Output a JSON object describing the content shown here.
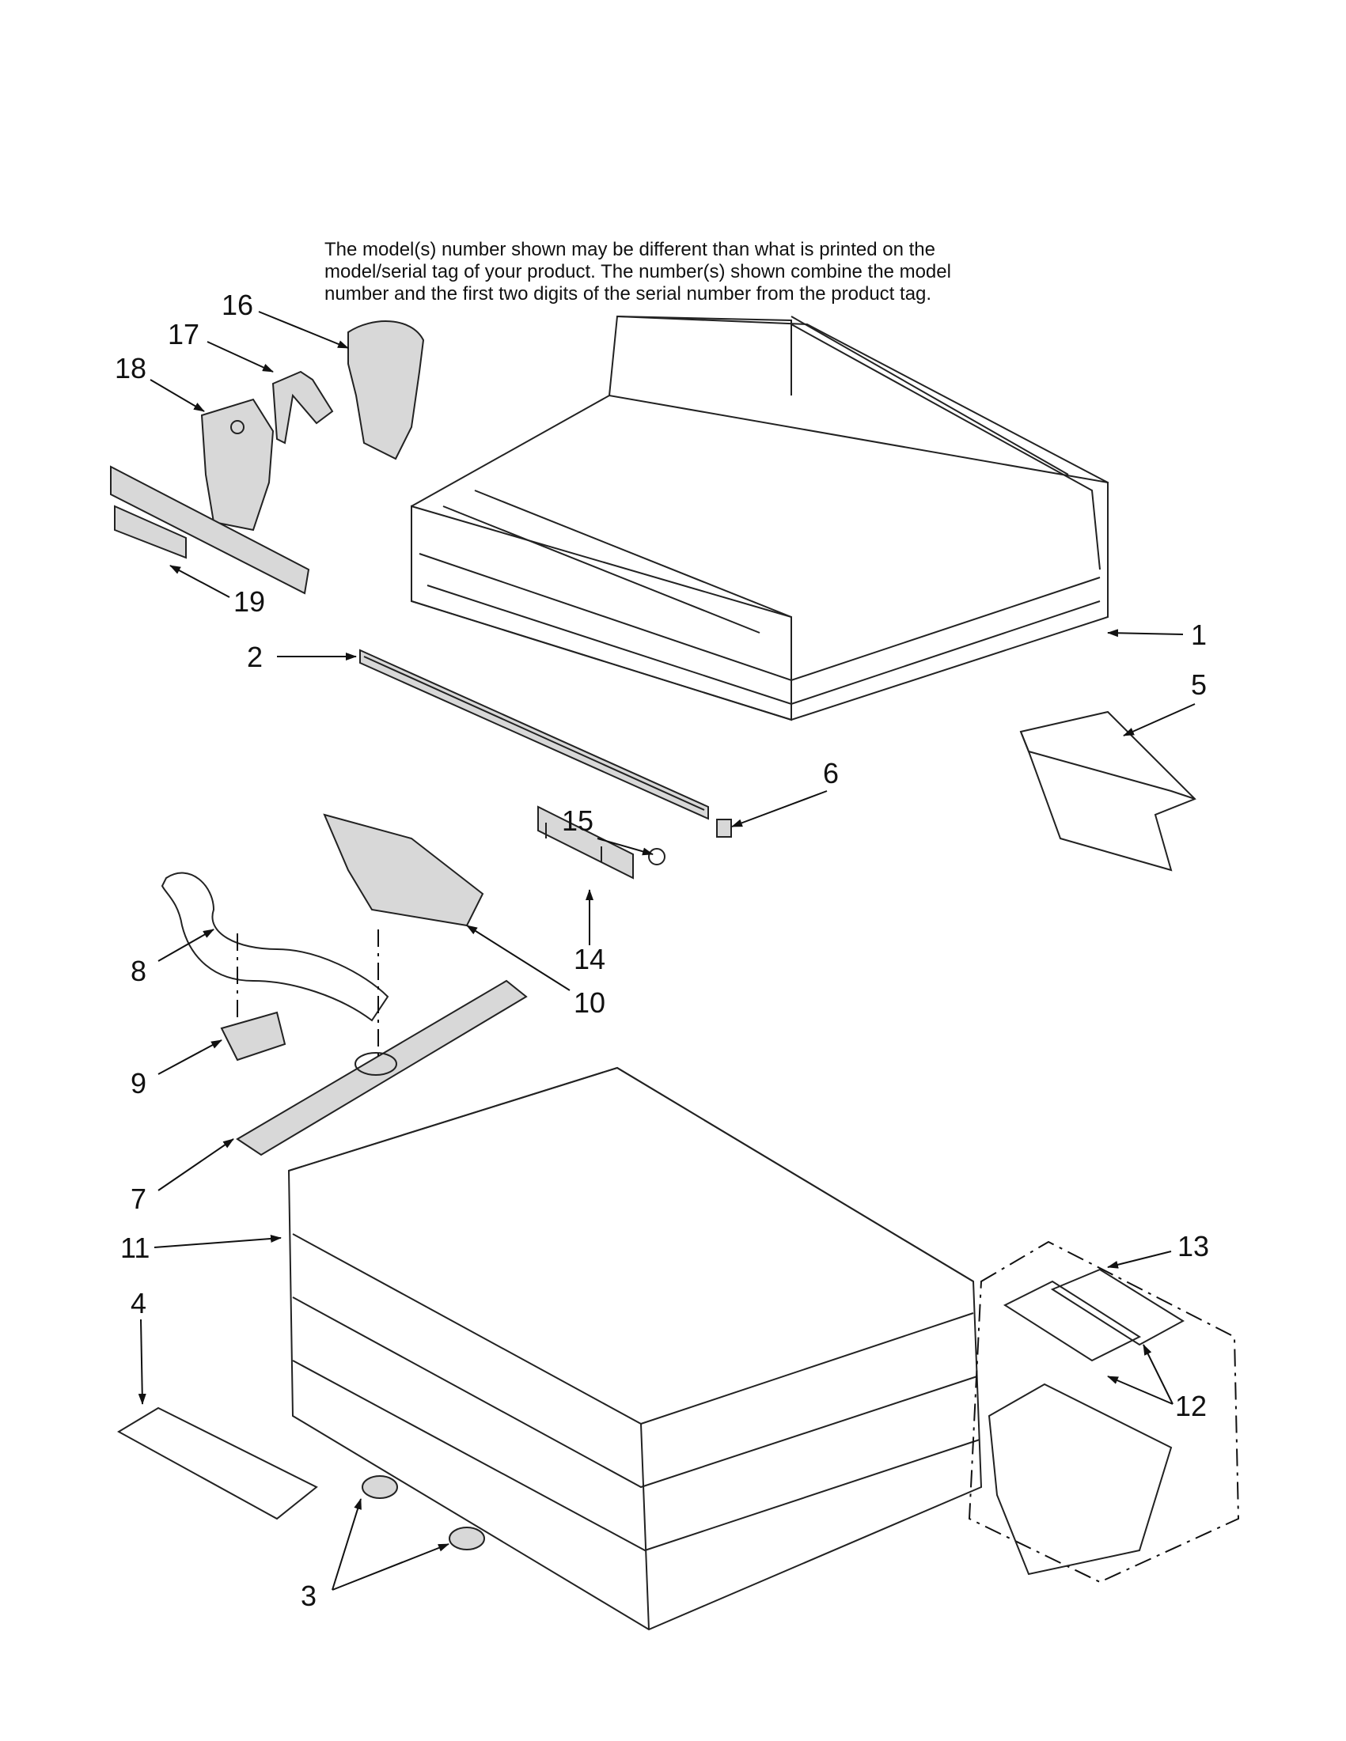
{
  "notice": {
    "line1": "The model(s) number shown may be different than what is printed on the",
    "line2": "model/serial tag of your product. The number(s) shown combine the model",
    "line3": "number and the first two digits of the serial number from the product tag."
  },
  "callouts": {
    "c1": "1",
    "c2": "2",
    "c3": "3",
    "c4": "4",
    "c5": "5",
    "c6": "6",
    "c7": "7",
    "c8": "8",
    "c9": "9",
    "c10": "10",
    "c11": "11",
    "c12": "12",
    "c13": "13",
    "c14": "14",
    "c15": "15",
    "c16": "16",
    "c17": "17",
    "c18": "18",
    "c19": "19"
  }
}
